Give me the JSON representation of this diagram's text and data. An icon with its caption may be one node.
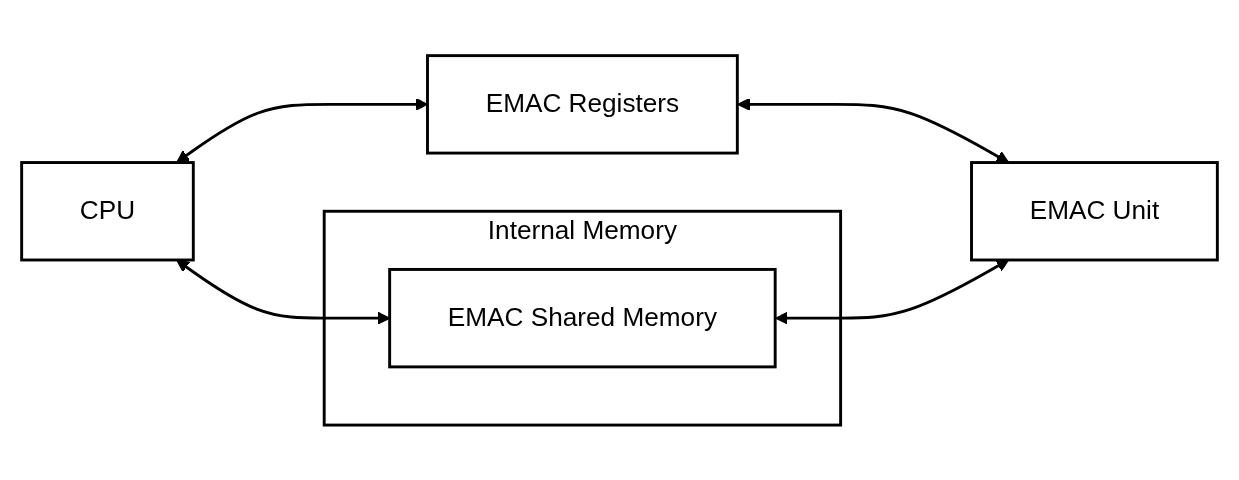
{
  "diagram": {
    "nodes": [
      {
        "text": [
          "EMAC Registers"
        ]
      },
      {
        "text": [
          "Internal Memory"
        ]
      },
      {
        "text": [
          "CPU"
        ]
      },
      {
        "text": [
          "EMAC Shared Memory"
        ],
        "in": 1
      },
      {
        "text": [
          "EMAC Unit"
        ]
      }
    ],
    "edges": [
      {
        "from": 2,
        "to": 0,
        "arrow": "both"
      },
      {
        "from": 0,
        "to": 4,
        "arrow": "both"
      },
      {
        "from": 2,
        "to": 3,
        "arrow": "both"
      },
      {
        "from": 3,
        "to": 4,
        "arrow": "both"
      }
    ]
  }
}
